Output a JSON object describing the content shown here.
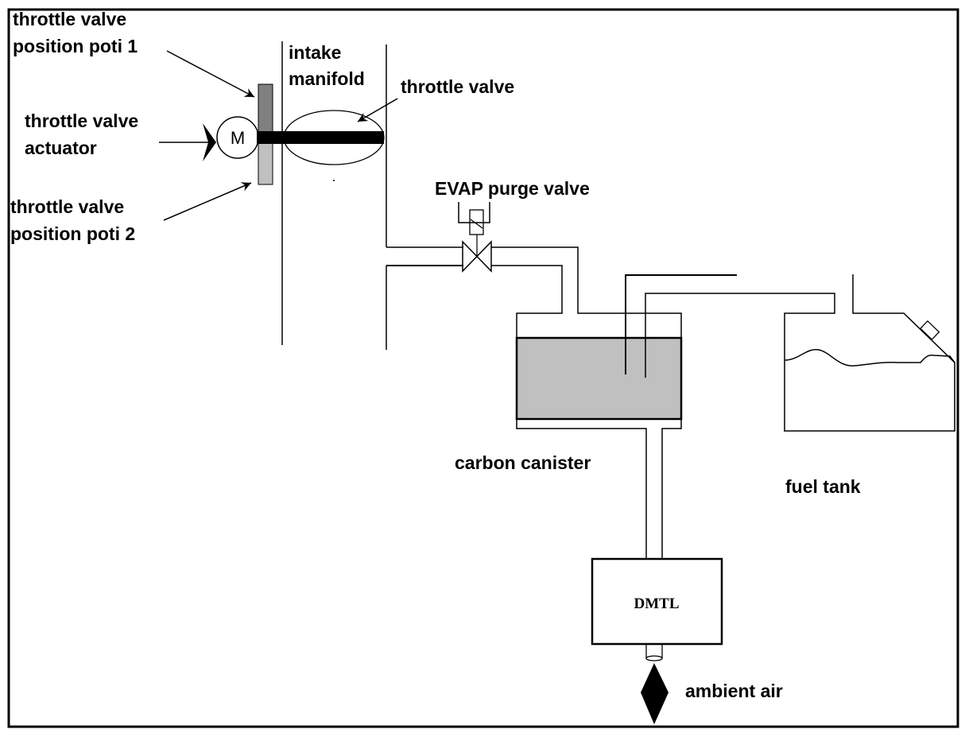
{
  "diagram": {
    "type": "evap-system-schematic",
    "labels": {
      "potentiometer_1": [
        "throttle valve",
        "position poti 1"
      ],
      "actuator": [
        "throttle valve",
        "actuator"
      ],
      "potentiometer_2": [
        "throttle valve",
        "position poti 2"
      ],
      "intake_manifold": [
        "intake",
        "manifold"
      ],
      "throttle_valve": "throttle valve",
      "purge_valve": "EVAP purge valve",
      "carbon_canister": "carbon canister",
      "fuel_tank": "fuel tank",
      "dmtl": "DMTL",
      "ambient_air": "ambient air",
      "motor_symbol": "M"
    },
    "colors": {
      "line": "#000000",
      "poti_1_fill": "#808080",
      "poti_2_fill": "#c0c0c0",
      "canister_fill": "#c0c0c0",
      "background": "#ffffff"
    },
    "components": [
      {
        "id": "throttle-actuator-motor",
        "label": "M"
      },
      {
        "id": "position-poti-1"
      },
      {
        "id": "position-poti-2"
      },
      {
        "id": "throttle-valve"
      },
      {
        "id": "intake-manifold"
      },
      {
        "id": "evap-purge-valve"
      },
      {
        "id": "carbon-canister"
      },
      {
        "id": "fuel-tank"
      },
      {
        "id": "dmtl-module"
      },
      {
        "id": "ambient-air-inlet"
      }
    ],
    "connections": [
      {
        "from": "intake-manifold",
        "to": "evap-purge-valve"
      },
      {
        "from": "evap-purge-valve",
        "to": "carbon-canister"
      },
      {
        "from": "carbon-canister",
        "to": "fuel-tank"
      },
      {
        "from": "carbon-canister",
        "to": "dmtl-module"
      },
      {
        "from": "dmtl-module",
        "to": "ambient-air-inlet"
      }
    ]
  }
}
